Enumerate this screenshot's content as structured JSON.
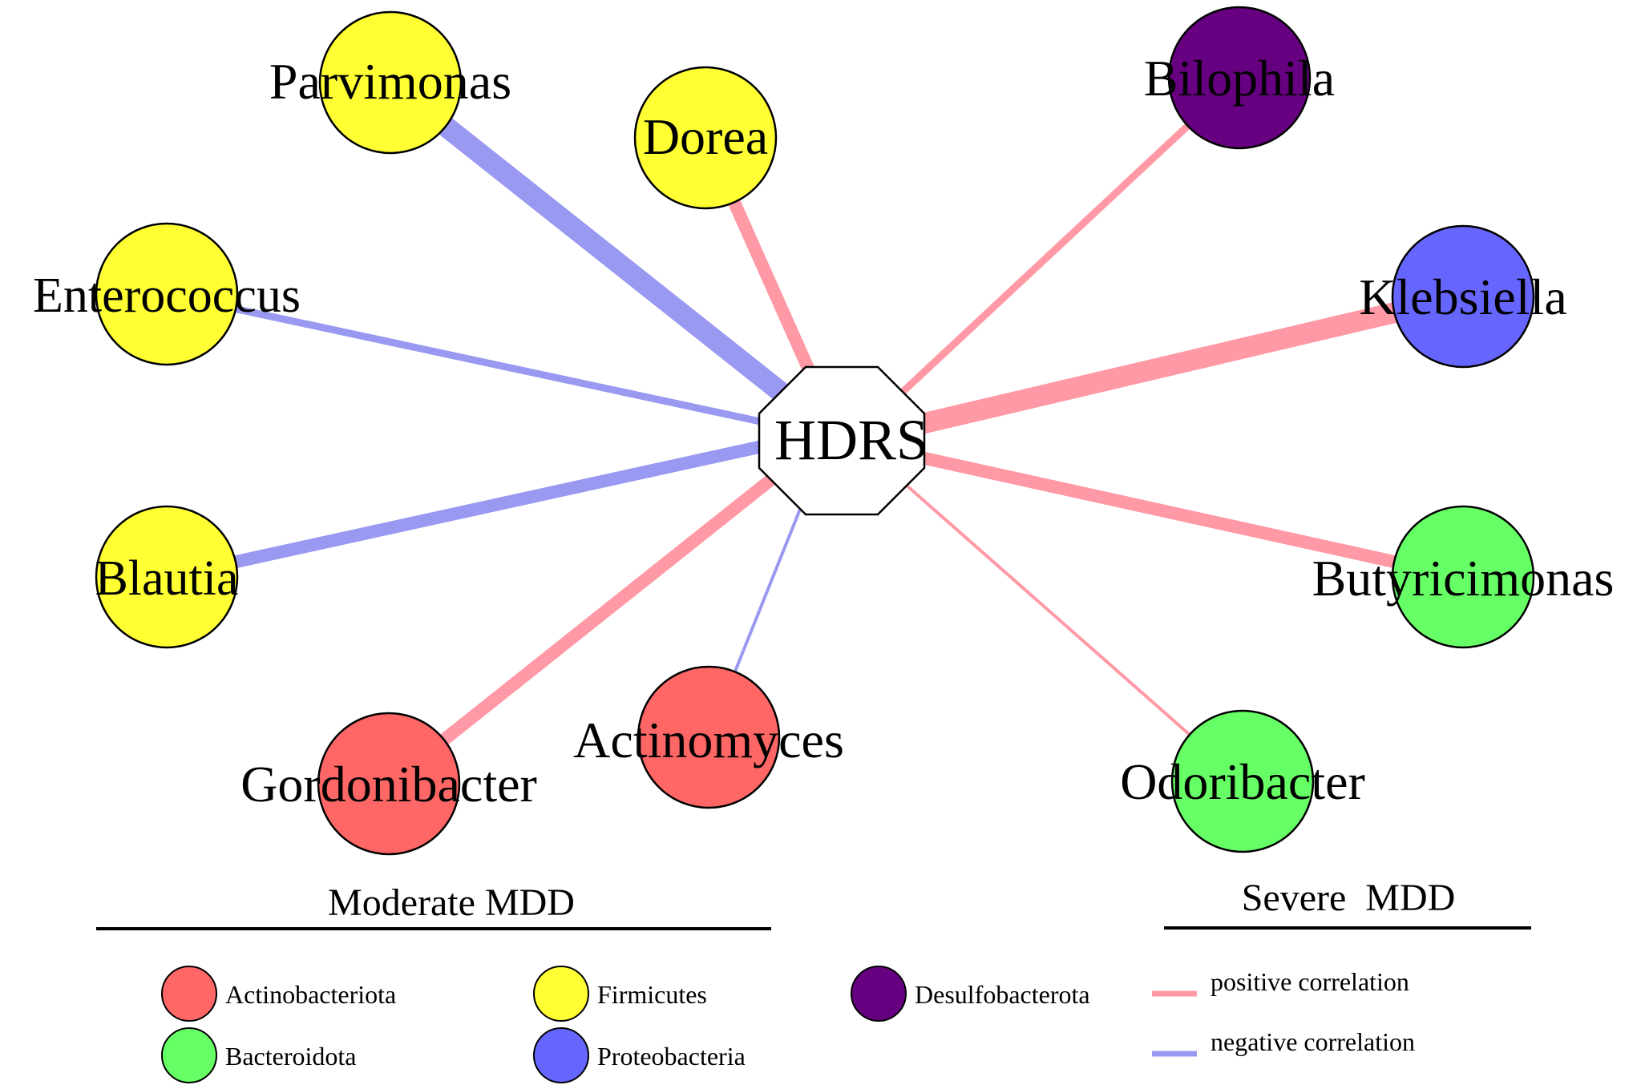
{
  "center": {
    "label": "HDRS"
  },
  "colors": {
    "Actinobacteriota": "#ff6666",
    "Bacteroidota": "#66ff66",
    "Firmicutes": "#ffff33",
    "Proteobacteria": "#6666ff",
    "Desulfobacterota": "#660080",
    "positive": "#ff99a6",
    "negative": "#9999f2"
  },
  "nodes": [
    {
      "id": "parvimonas",
      "label": "Parvimonas",
      "phylum": "Firmicutes",
      "correlation": "negative",
      "strength": 4
    },
    {
      "id": "dorea",
      "label": "Dorea",
      "phylum": "Firmicutes",
      "correlation": "positive",
      "strength": 3
    },
    {
      "id": "enterococcus",
      "label": "Enterococcus",
      "phylum": "Firmicutes",
      "correlation": "negative",
      "strength": 2
    },
    {
      "id": "blautia",
      "label": "Blautia",
      "phylum": "Firmicutes",
      "correlation": "negative",
      "strength": 3
    },
    {
      "id": "actinomyces",
      "label": "Actinomyces",
      "phylum": "Actinobacteriota",
      "correlation": "negative",
      "strength": 1
    },
    {
      "id": "gordonibacter",
      "label": "Gordonibacter",
      "phylum": "Actinobacteriota",
      "correlation": "positive",
      "strength": 3
    },
    {
      "id": "bilophila",
      "label": "Bilophila",
      "phylum": "Desulfobacterota",
      "correlation": "positive",
      "strength": 2
    },
    {
      "id": "klebsiella",
      "label": "Klebsiella",
      "phylum": "Proteobacteria",
      "correlation": "positive",
      "strength": 4
    },
    {
      "id": "butyricimonas",
      "label": "Butyricimonas",
      "phylum": "Bacteroidota",
      "correlation": "positive",
      "strength": 3
    },
    {
      "id": "odoribacter",
      "label": "Odoribacter",
      "phylum": "Bacteroidota",
      "correlation": "positive",
      "strength": 1
    }
  ],
  "groups": {
    "moderate": "Moderate MDD",
    "severe": "Severe  MDD"
  },
  "legend": {
    "phyla": [
      {
        "id": "actinobacteriota",
        "label": "Actinobacteriota",
        "color": "#ff6666"
      },
      {
        "id": "bacteroidota",
        "label": "Bacteroidota",
        "color": "#66ff66"
      },
      {
        "id": "firmicutes",
        "label": "Firmicutes",
        "color": "#ffff33"
      },
      {
        "id": "proteobacteria",
        "label": "Proteobacteria",
        "color": "#6666ff"
      },
      {
        "id": "desulfobacterota",
        "label": "Desulfobacterota",
        "color": "#660080"
      }
    ],
    "edges": [
      {
        "id": "positive",
        "label": "positive correlation",
        "color": "#ff99a6"
      },
      {
        "id": "negative",
        "label": "negative correlation",
        "color": "#9999f2"
      }
    ]
  }
}
